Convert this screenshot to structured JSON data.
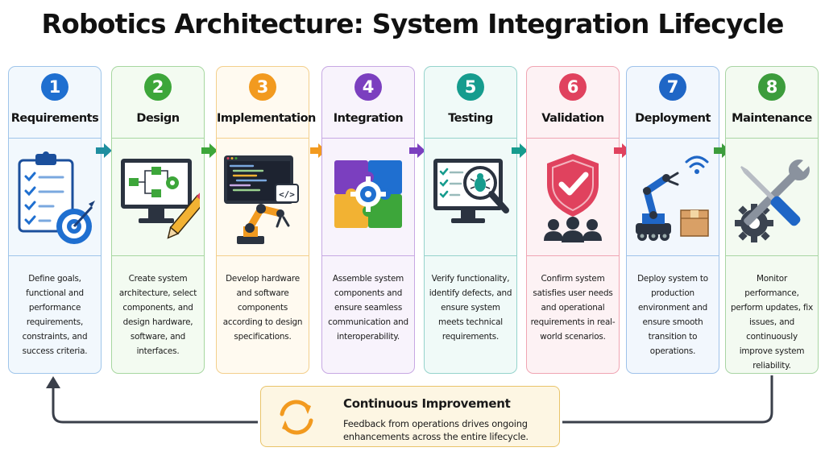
{
  "title": "Robotics Architecture: System Integration Lifecycle",
  "stages": [
    {
      "num": "1",
      "name": "Requirements",
      "desc": "Define goals, functional and performance requirements, constraints, and success criteria.",
      "color": "#1f6fd0",
      "border": "#9fc5ea",
      "bg": "#f2f8fd",
      "icon": "clipboard-target-icon"
    },
    {
      "num": "2",
      "name": "Design",
      "desc": "Create system architecture, select components, and design hardware, software, and interfaces.",
      "color": "#3da63a",
      "border": "#a7d7a0",
      "bg": "#f3fbf1",
      "icon": "monitor-diagram-pencil-icon"
    },
    {
      "num": "3",
      "name": "Implementation",
      "desc": "Develop hardware and software components according to design specifications.",
      "color": "#f29a1f",
      "border": "#f3cf8c",
      "bg": "#fffaf0",
      "icon": "code-robot-arm-icon"
    },
    {
      "num": "4",
      "name": "Integration",
      "desc": "Assemble system components and ensure seamless communication and interoperability.",
      "color": "#7b3fbf",
      "border": "#c7a8e3",
      "bg": "#f8f3fc",
      "icon": "puzzle-gear-icon"
    },
    {
      "num": "5",
      "name": "Testing",
      "desc": "Verify functionality, identify defects, and ensure system meets technical requirements.",
      "color": "#169c8e",
      "border": "#95d3cc",
      "bg": "#f0faf8",
      "icon": "monitor-bug-magnifier-icon"
    },
    {
      "num": "6",
      "name": "Validation",
      "desc": "Confirm system satisfies user needs and operational requirements in real-world scenarios.",
      "color": "#e0425e",
      "border": "#f0a5b3",
      "bg": "#fdf2f4",
      "icon": "shield-check-users-icon"
    },
    {
      "num": "7",
      "name": "Deployment",
      "desc": "Deploy system to production environment and ensure smooth transition to operations.",
      "color": "#1f66c6",
      "border": "#9fc2ea",
      "bg": "#f2f7fd",
      "icon": "robot-arm-wifi-box-icon"
    },
    {
      "num": "8",
      "name": "Maintenance",
      "desc": "Monitor performance, perform updates, fix issues, and continuously improve system reliability.",
      "color": "#3c9c3c",
      "border": "#a9d5a4",
      "bg": "#f3faf1",
      "icon": "wrench-screwdriver-gear-icon"
    }
  ],
  "continuous": {
    "title": "Continuous Improvement",
    "desc": "Feedback from operations drives ongoing enhancements across the entire lifecycle.",
    "icon": "refresh-cycle-icon"
  }
}
